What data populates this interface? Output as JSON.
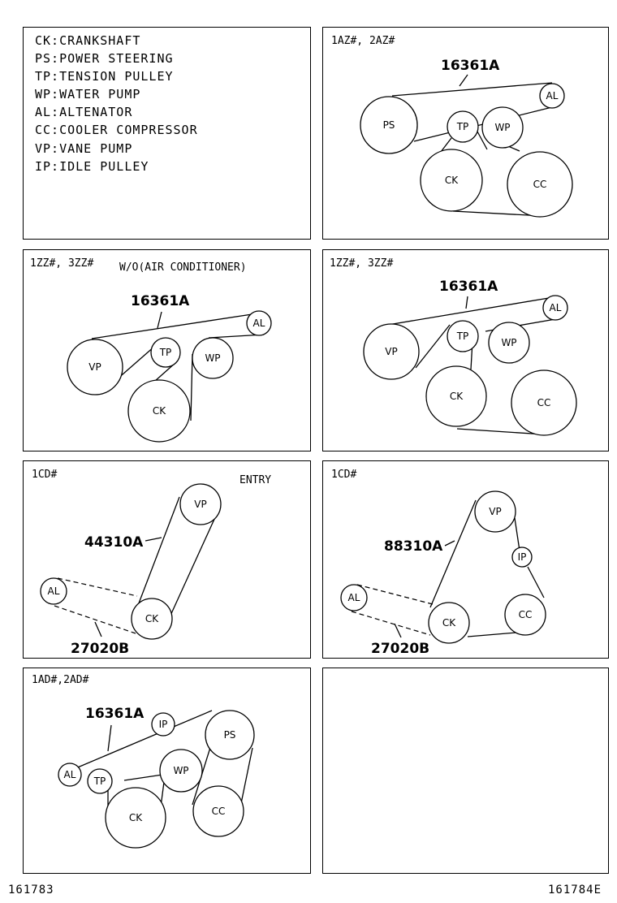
{
  "legend": [
    "CK:CRANKSHAFT",
    "PS:POWER STEERING",
    "TP:TENSION PULLEY",
    "WP:WATER PUMP",
    "AL:ALTENATOR",
    "CC:COOLER COMPRESSOR",
    "VP:VANE PUMP",
    "IP:IDLE PULLEY"
  ],
  "panels": {
    "p1": {
      "header": "1AZ#, 2AZ#",
      "part": "16361A"
    },
    "p2": {
      "header": "1ZZ#, 3ZZ#",
      "subheader": "W/O(AIR CONDITIONER)",
      "part": "16361A"
    },
    "p3": {
      "header": "1ZZ#, 3ZZ#",
      "part": "16361A"
    },
    "p4": {
      "header": "1CD#",
      "subheader": "ENTRY",
      "part_solid": "44310A",
      "part_dashed": "27020B"
    },
    "p5": {
      "header": "1CD#",
      "part_solid": "88310A",
      "part_dashed": "27020B"
    },
    "p6": {
      "header": "1AD#,2AD#",
      "part": "16361A"
    }
  },
  "pulleys": {
    "CK": "CK",
    "PS": "PS",
    "TP": "TP",
    "WP": "WP",
    "AL": "AL",
    "CC": "CC",
    "VP": "VP",
    "IP": "IP"
  },
  "footer": {
    "left": "161783",
    "right": "161784E"
  }
}
